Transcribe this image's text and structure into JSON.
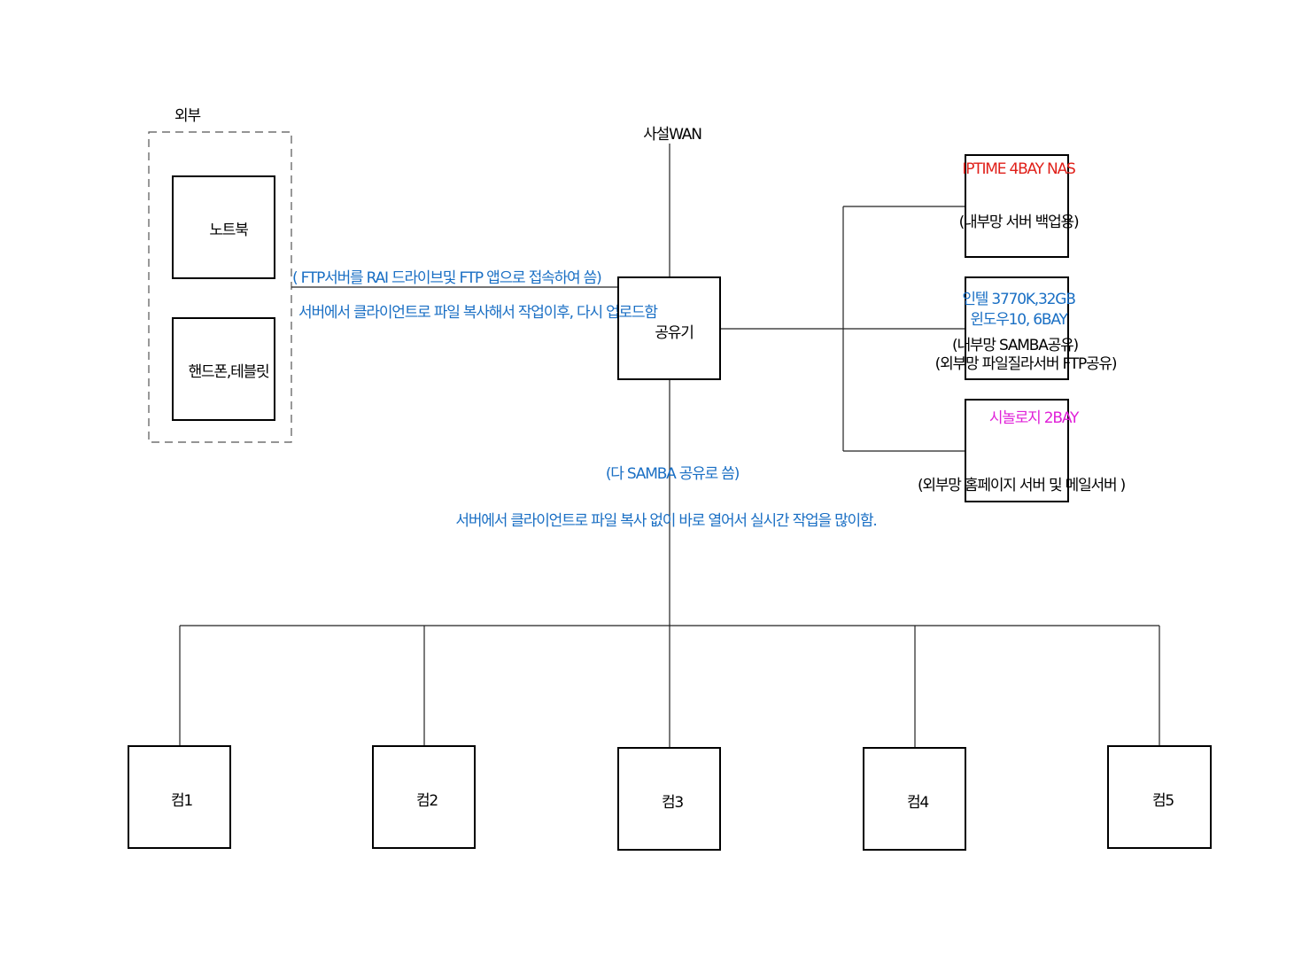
{
  "external_group": {
    "title": "외부"
  },
  "wan": {
    "label": "사설WAN"
  },
  "router": {
    "label": "공유기"
  },
  "external_devices": {
    "notebook": "노트북",
    "phone_tablet": "핸드폰,테블릿"
  },
  "external_link": {
    "line1": "( FTP서버를 RAI 드라이브및 FTP 앱으로 접속하여 씀)",
    "line2": "서버에서 클라이언트로 파일 복사해서 작업이후, 다시 업로드함"
  },
  "internal_link": {
    "line1": "(다 SAMBA 공유로 씀)",
    "line2": "서버에서 클라이언트로 파일 복사 없이 바로 열어서 실시간 작업을 많이함."
  },
  "servers": {
    "iptime": {
      "title": "IPTIME 4BAY NAS",
      "desc": "(내부망 서버 백업용)"
    },
    "intel": {
      "spec1": "인텔 3770K,32GB",
      "spec2": "윈도우10, 6BAY",
      "desc1": "(내부망 SAMBA공유)",
      "desc2": "(외부망 파일질라서버 FTP공유)"
    },
    "synology": {
      "title": "시놀로지 2BAY",
      "desc": "(외부망 홈페이지 서버 및 메일서버 )"
    }
  },
  "computers": [
    "컴1",
    "컴2",
    "컴3",
    "컴4",
    "컴5"
  ],
  "colors": {
    "link_text": "#1a6fc4",
    "iptime_title": "#e0201a",
    "synology_title": "#e020d8"
  }
}
